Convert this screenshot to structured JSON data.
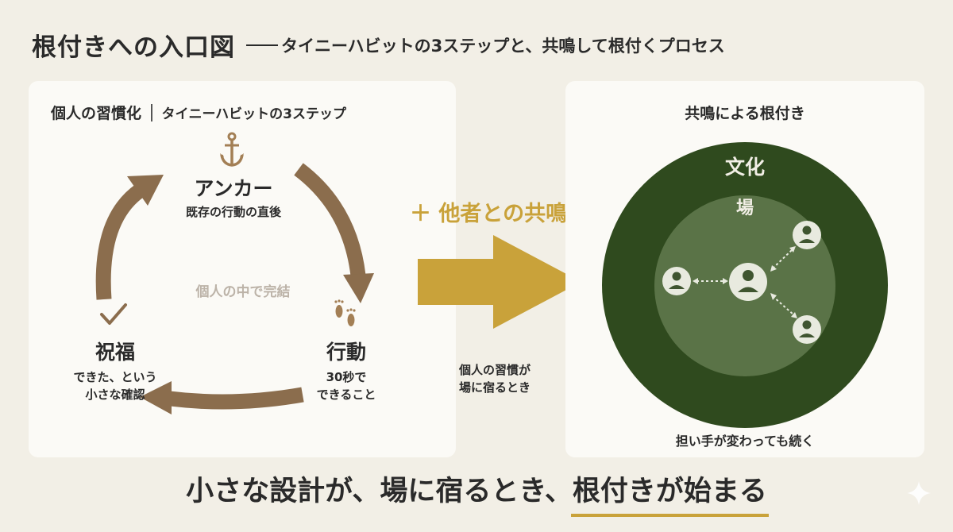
{
  "title": {
    "main": "根付きへの入口図",
    "sub": "タイニーハビットの3ステップと、共鳴して根付くプロセス"
  },
  "left_panel": {
    "header_main": "個人の習慣化",
    "header_sub": "タイニーハビットの3ステップ",
    "center_label": "個人の中で完結",
    "steps": [
      {
        "title": "アンカー",
        "desc": [
          "既存の行動の直後"
        ],
        "icon": "anchor-icon"
      },
      {
        "title": "行動",
        "desc": [
          "30秒で",
          "できること"
        ],
        "icon": "footprints-icon"
      },
      {
        "title": "祝福",
        "desc": [
          "できた、という",
          "小さな確認"
        ],
        "icon": "checkmark-icon"
      }
    ]
  },
  "middle": {
    "plus_label": "＋ 他者との共鳴",
    "caption": [
      "個人の習慣が",
      "場に宿るとき"
    ]
  },
  "right_panel": {
    "title": "共鳴による根付き",
    "outer_label": "文化",
    "inner_label": "場",
    "caption": "担い手が変わっても続く"
  },
  "bottom": {
    "lead": "小さな設計が、場に宿るとき、",
    "highlight": "根付きが始まる"
  },
  "colors": {
    "background": "#f2efe6",
    "panel": "#fbfaf6",
    "cycle_brown": "#8b6d4d",
    "gold": "#c9a23a",
    "dark_green": "#2f4a1e",
    "inner_green": "#5a7347",
    "text": "#2a2a2a",
    "muted": "#bcb3a8"
  }
}
